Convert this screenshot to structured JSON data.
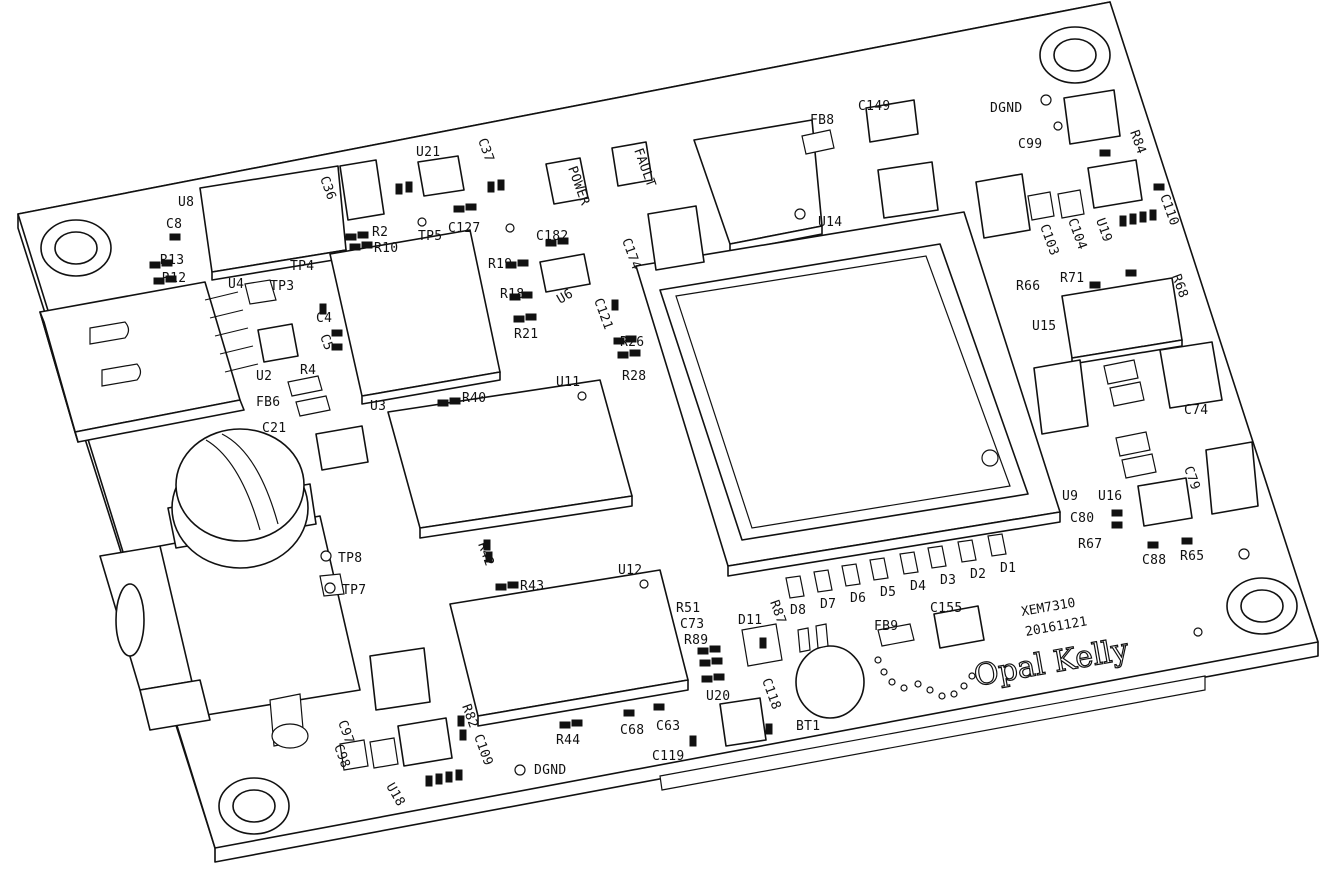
{
  "board": {
    "model": "XEM7310",
    "date": "20161121",
    "brand": "Opal Kelly"
  },
  "labels": {
    "u8": "U8",
    "u4": "U4",
    "u3": "U3",
    "u2": "U2",
    "u21": "U21",
    "u6": "U6",
    "u11": "U11",
    "u12": "U12",
    "u14": "U14",
    "u15": "U15",
    "u16": "U16",
    "u18": "U18",
    "u19": "U19",
    "u20": "U20",
    "u9": "U9",
    "power": "POWER",
    "fault": "FAULT",
    "dgnd_top": "DGND",
    "dgnd_bottom": "DGND",
    "tp3": "TP3",
    "tp4": "TP4",
    "tp5": "TP5",
    "tp7": "TP7",
    "tp8": "TP8",
    "r2": "R2",
    "r10": "R10",
    "r4": "R4",
    "r12": "R12",
    "r13": "R13",
    "r18": "R18",
    "r19": "R19",
    "r21": "R21",
    "r26": "R26",
    "r28": "R28",
    "r40": "R40",
    "r42": "R42",
    "r43": "R43",
    "r44": "R44",
    "r51": "R51",
    "r65": "R65",
    "r66": "R66",
    "r67": "R67",
    "r68": "R68",
    "r71": "R71",
    "r82": "R82",
    "r84": "R84",
    "r87": "R87",
    "r89": "R89",
    "c4": "C4",
    "c5": "C5",
    "c8": "C8",
    "c21": "C21",
    "c36": "C36",
    "c37": "C37",
    "c63": "C63",
    "c68": "C68",
    "c73": "C73",
    "c74": "C74",
    "c79": "C79",
    "c80": "C80",
    "c88": "C88",
    "c97": "C97",
    "c98": "C98",
    "c99": "C99",
    "c103": "C103",
    "c104": "C104",
    "c109": "C109",
    "c110": "C110",
    "c118": "C118",
    "c119": "C119",
    "c121": "C121",
    "c127": "C127",
    "c149": "C149",
    "c155": "C155",
    "c174": "C174",
    "c182": "C182",
    "fb6": "FB6",
    "fb8": "FB8",
    "fb9": "FB9",
    "d1": "D1",
    "d2": "D2",
    "d3": "D3",
    "d4": "D4",
    "d5": "D5",
    "d6": "D6",
    "d7": "D7",
    "d8": "D8",
    "d11": "D11",
    "bt1": "BT1"
  }
}
